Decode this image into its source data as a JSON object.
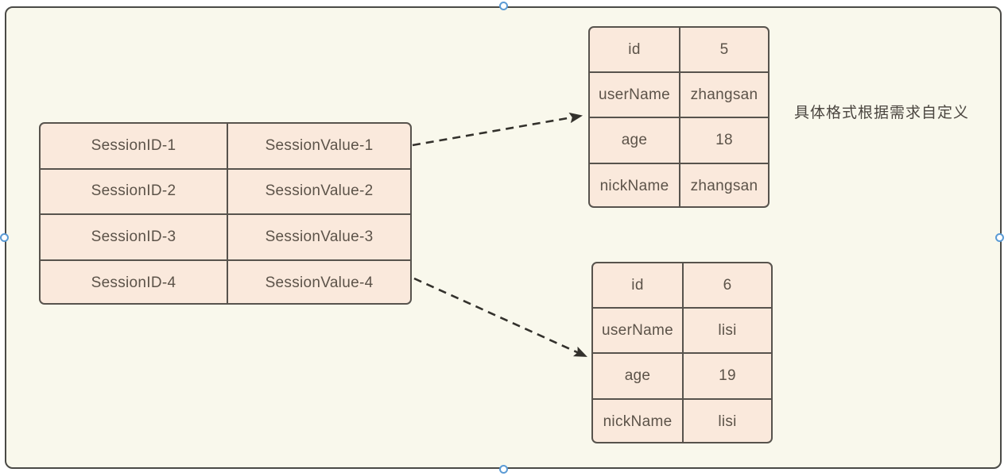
{
  "canvas": {
    "background_color": "#f9f8ec",
    "border_color": "#4a4a46",
    "selection_handle_color": "#5b9bd5"
  },
  "theme": {
    "table_fill": "#fae9dc",
    "table_border": "#57534d",
    "text_color": "#5c5349",
    "arrow_color": "#33312c"
  },
  "session_table": {
    "name": "session-store-table",
    "rows": [
      {
        "key": "SessionID-1",
        "value": "SessionValue-1"
      },
      {
        "key": "SessionID-2",
        "value": "SessionValue-2"
      },
      {
        "key": "SessionID-3",
        "value": "SessionValue-3"
      },
      {
        "key": "SessionID-4",
        "value": "SessionValue-4"
      }
    ]
  },
  "user_tables": [
    {
      "name": "session-value-detail-zhangsan",
      "rows": [
        {
          "key": "id",
          "value": "5"
        },
        {
          "key": "userName",
          "value": "zhangsan"
        },
        {
          "key": "age",
          "value": "18"
        },
        {
          "key": "nickName",
          "value": "zhangsan"
        }
      ]
    },
    {
      "name": "session-value-detail-lisi",
      "rows": [
        {
          "key": "id",
          "value": "6"
        },
        {
          "key": "userName",
          "value": "lisi"
        },
        {
          "key": "age",
          "value": "19"
        },
        {
          "key": "nickName",
          "value": "lisi"
        }
      ]
    }
  ],
  "annotation": {
    "text": "具体格式根据需求自定义"
  },
  "connectors": [
    {
      "name": "arrow-session1-to-user1",
      "style": "dashed",
      "from": "SessionValue-1",
      "to": "user-table-1"
    },
    {
      "name": "arrow-session4-to-user2",
      "style": "dashed",
      "from": "SessionValue-4",
      "to": "user-table-2"
    }
  ]
}
